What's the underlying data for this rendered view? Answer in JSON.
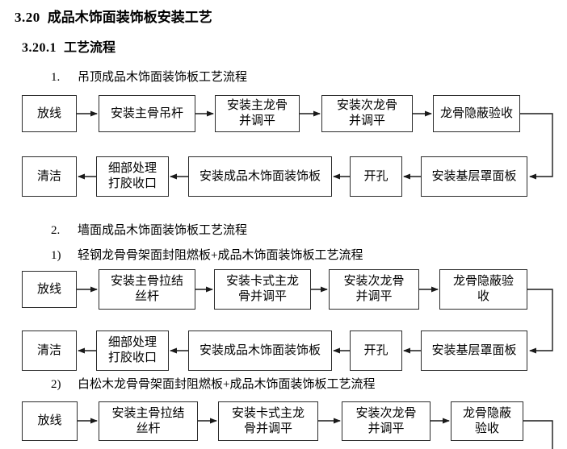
{
  "document": {
    "section_number": "3.20",
    "section_title": "成品木饰面装饰板安装工艺",
    "subsection_number": "3.20.1",
    "subsection_title": "工艺流程",
    "list_items": [
      {
        "marker": "1.",
        "text": "吊顶成品木饰面装饰板工艺流程"
      },
      {
        "marker": "2.",
        "text": "墙面成品木饰面装饰板工艺流程"
      },
      {
        "marker": "1)",
        "text": "轻钢龙骨骨架面封阻燃板+成品木饰面装饰板工艺流程"
      },
      {
        "marker": "2)",
        "text": "白松木龙骨骨架面封阻燃板+成品木饰面装饰板工艺流程"
      }
    ]
  },
  "flowcharts": {
    "ceiling": {
      "row1": [
        "放线",
        "安装主骨吊杆",
        "安装主龙骨\n并调平",
        "安装次龙骨\n并调平",
        "龙骨隐蔽验收"
      ],
      "row2": [
        "清洁",
        "细部处理\n打胶收口",
        "安装成品木饰面装饰板",
        "开孔",
        "安装基层罩面板"
      ]
    },
    "wall_light_steel": {
      "row1": [
        "放线",
        "安装主骨拉结\n丝杆",
        "安装卡式主龙\n骨并调平",
        "安装次龙骨\n并调平",
        "龙骨隐蔽验\n收"
      ],
      "row2": [
        "清洁",
        "细部处理\n打胶收口",
        "安装成品木饰面装饰板",
        "开孔",
        "安装基层罩面板"
      ]
    },
    "wall_pine": {
      "row1": [
        "放线",
        "安装主骨拉结\n丝杆",
        "安装卡式主龙\n骨并调平",
        "安装次龙骨\n并调平",
        "龙骨隐蔽\n验收"
      ]
    }
  },
  "colors": {
    "text": "#000000",
    "background": "#ffffff",
    "box_border": "#2b2b2b"
  }
}
